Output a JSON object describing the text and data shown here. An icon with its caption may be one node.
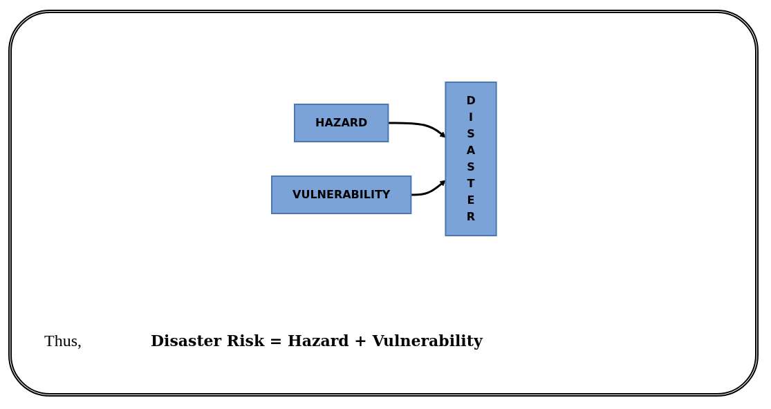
{
  "diagram": {
    "nodes": [
      {
        "text": [
          "HAZARD"
        ]
      },
      {
        "text": [
          "D I S A S T E R"
        ]
      },
      {
        "text": [
          "VULNERABILITY"
        ]
      }
    ],
    "edges": [
      {
        "from": 0,
        "to": 1,
        "arrow": "to"
      },
      {
        "from": 2,
        "to": 1,
        "arrow": "to"
      }
    ],
    "labels": [
      "Thus,",
      "Disaster Risk = Hazard + Vulnerability"
    ]
  }
}
